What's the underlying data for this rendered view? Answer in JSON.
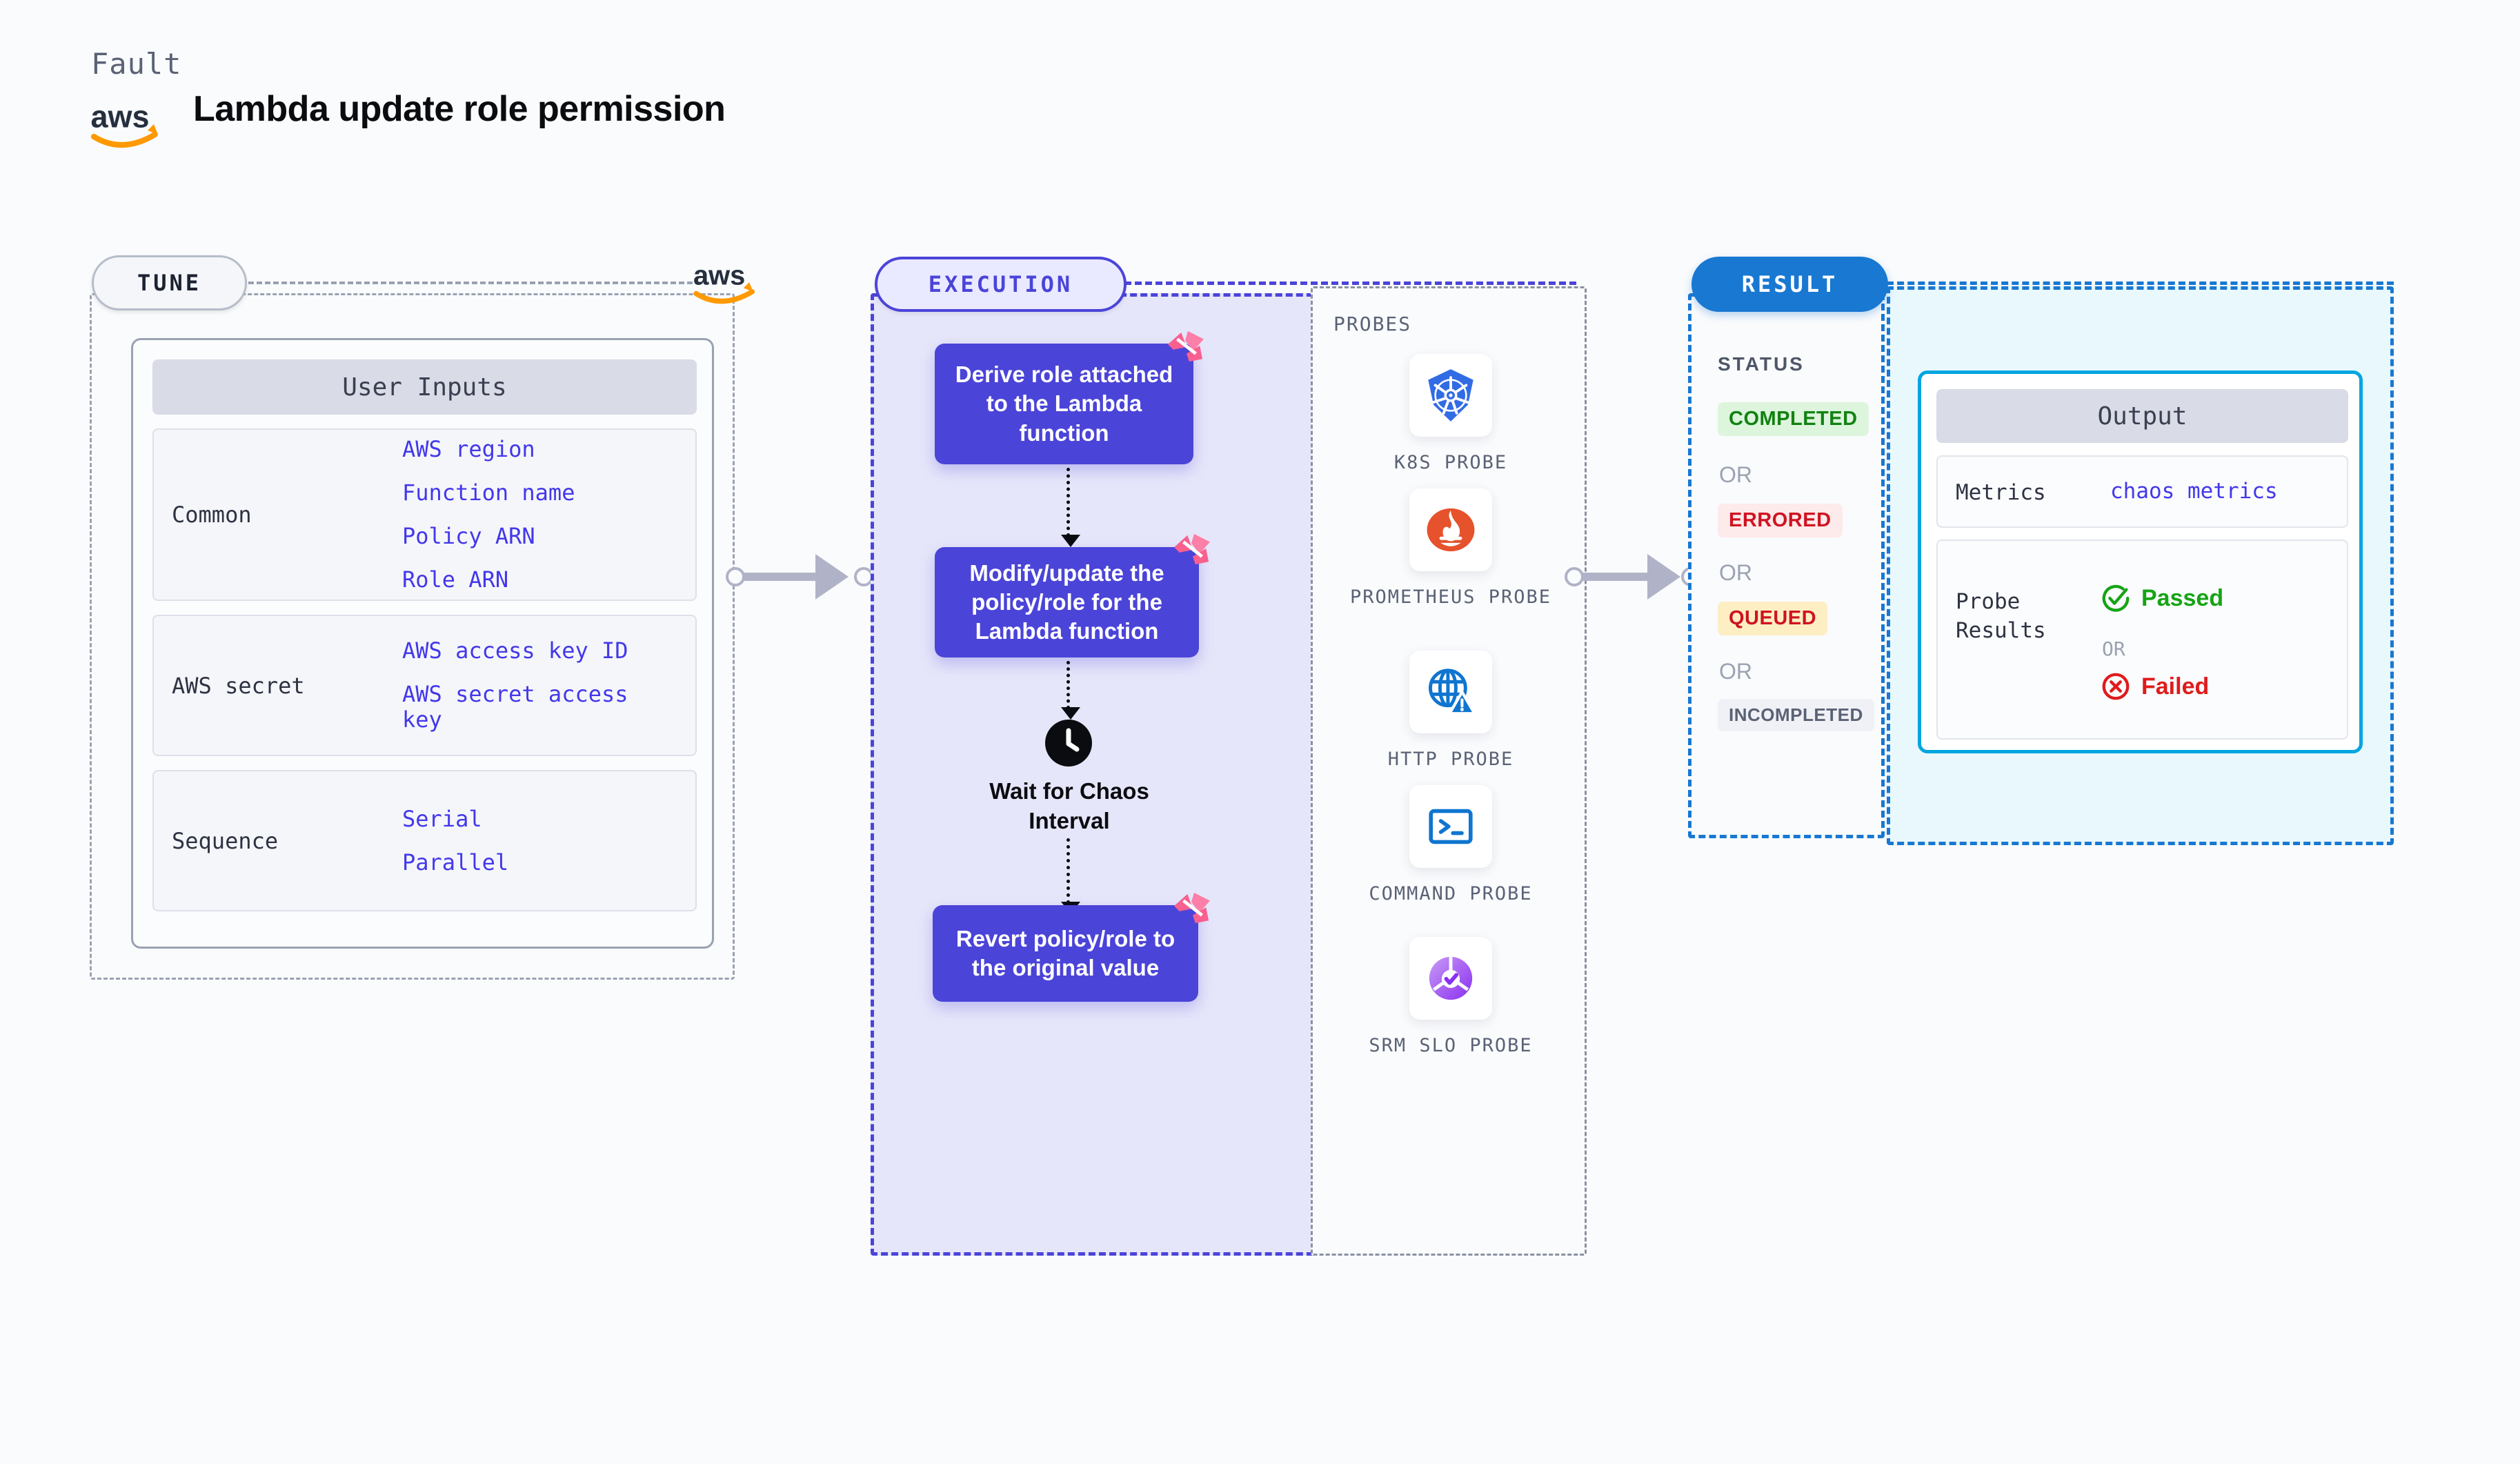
{
  "header": {
    "kicker": "Fault",
    "title": "Lambda update role permission",
    "logo_icon": "aws-logo"
  },
  "tune": {
    "badge": "TUNE",
    "provider_logo_icon": "aws-logo",
    "card_title": "User Inputs",
    "groups": [
      {
        "label": "Common",
        "items": [
          "AWS region",
          "Function name",
          "Policy ARN",
          "Role ARN"
        ]
      },
      {
        "label": "AWS secret",
        "items": [
          "AWS access key ID",
          "AWS secret access key"
        ]
      },
      {
        "label": "Sequence",
        "items": [
          "Serial",
          "Parallel"
        ]
      }
    ]
  },
  "execution": {
    "badge": "EXECUTION",
    "steps": [
      {
        "text": "Derive role attached to the Lambda function",
        "icon": "litmus-logo"
      },
      {
        "text": "Modify/update the policy/role for the Lambda function",
        "icon": "litmus-logo"
      },
      {
        "text": "Revert policy/role to the original value",
        "icon": "litmus-logo"
      }
    ],
    "wait": {
      "label": "Wait for Chaos Interval",
      "icon": "clock-icon"
    },
    "probes": {
      "title": "PROBES",
      "items": [
        {
          "label": "K8S PROBE",
          "icon": "kubernetes-icon"
        },
        {
          "label": "PROMETHEUS PROBE",
          "icon": "prometheus-icon"
        },
        {
          "label": "HTTP PROBE",
          "icon": "http-globe-warning-icon"
        },
        {
          "label": "COMMAND PROBE",
          "icon": "terminal-icon"
        },
        {
          "label": "SRM SLO PROBE",
          "icon": "srm-slo-icon"
        }
      ]
    }
  },
  "result": {
    "badge": "RESULT",
    "status_title": "STATUS",
    "or": "OR",
    "statuses": [
      {
        "label": "COMPLETED",
        "bg": "#ddf5dd",
        "fg": "#128212"
      },
      {
        "label": "ERRORED",
        "bg": "#fdeaea",
        "fg": "#cf1322"
      },
      {
        "label": "QUEUED",
        "bg": "#fdeec4",
        "fg": "#cf1322"
      },
      {
        "label": "INCOMPLETED",
        "bg": "#f0f1f6",
        "fg": "#5a6275"
      }
    ],
    "output": {
      "title": "Output",
      "metrics_label": "Metrics",
      "metrics_value": "chaos metrics",
      "probe_results_label": "Probe Results",
      "passed": {
        "label": "Passed",
        "icon": "check-circle-icon",
        "color": "#16a415"
      },
      "failed": {
        "label": "Failed",
        "icon": "x-circle-icon",
        "color": "#e01b1b"
      }
    }
  },
  "colors": {
    "accent_purple": "#4b44d8",
    "accent_blue": "#1878d2",
    "output_border": "#00a6e0",
    "litmus_pink": "#f8608f",
    "aws_orange": "#ff9900"
  }
}
